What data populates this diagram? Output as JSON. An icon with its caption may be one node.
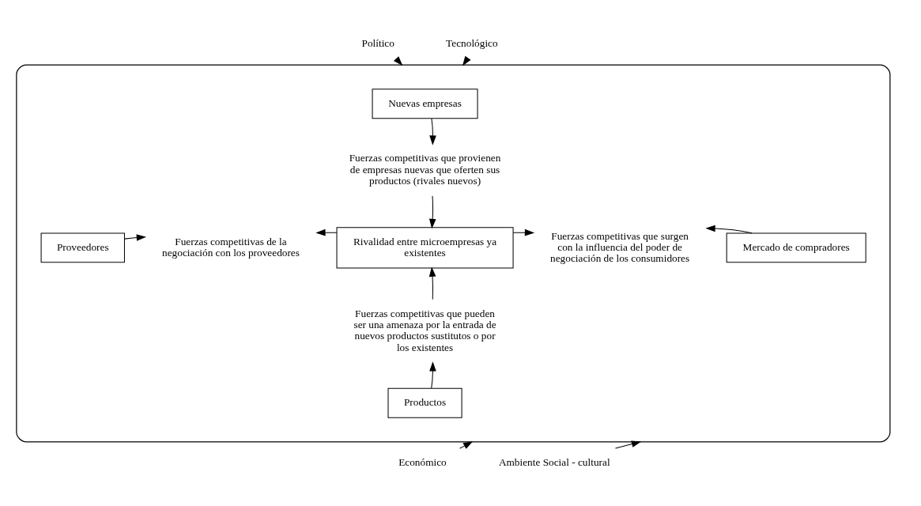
{
  "diagram": {
    "nodes": [
      {
        "text": [],
        "shape": "ellipse"
      },
      {
        "text": [
          "Político"
        ]
      },
      {
        "text": [
          "Tecnológico"
        ]
      },
      {
        "text": [
          "Nuevas empresas"
        ],
        "in": 0
      },
      {
        "text": [
          "Fuerzas competitivas que provienen de empresas nuevas que oferten sus productos (rivales nuevos)"
        ],
        "in": 0
      },
      {
        "text": [
          "Proveedores"
        ],
        "in": 0
      },
      {
        "text": [
          "Fuerzas competitivas de la negociación con los proveedores"
        ],
        "in": 0
      },
      {
        "text": [
          "Rivalidad entre microempresas ya existentes"
        ],
        "in": 0
      },
      {
        "text": [
          "Fuerzas competitivas que surgen con la influencia del poder de negociación de los consumidores"
        ],
        "in": 0
      },
      {
        "text": [
          "Mercado de compradores"
        ],
        "in": 0
      },
      {
        "text": [
          "Fuerzas competitivas que pueden ser una amenaza por la entrada de nuevos productos sustitutos o por los existentes"
        ],
        "in": 0
      },
      {
        "text": [
          "Productos"
        ],
        "in": 0
      },
      {
        "text": [
          "Económico"
        ]
      },
      {
        "text": [
          "Ambiente Social - cultural"
        ]
      }
    ],
    "edges": [
      {
        "from": 3,
        "to": 4,
        "arrow": "to"
      },
      {
        "from": 4,
        "to": 7,
        "arrow": "to"
      },
      {
        "from": 7,
        "to": 6,
        "arrow": "to"
      },
      {
        "from": 7,
        "to": 8,
        "arrow": "to"
      },
      {
        "from": 5,
        "to": 6,
        "arrow": "to"
      },
      {
        "from": 9,
        "to": 8,
        "arrow": "to"
      },
      {
        "from": 10,
        "to": 7,
        "arrow": "to"
      },
      {
        "from": 11,
        "to": 10,
        "arrow": "to"
      },
      {
        "from": 1,
        "to": 0,
        "arrow": "to"
      },
      {
        "from": 2,
        "to": 0,
        "arrow": "to"
      },
      {
        "from": 12,
        "to": 0,
        "arrow": "to"
      },
      {
        "from": 13,
        "to": 0,
        "arrow": "to"
      }
    ]
  }
}
